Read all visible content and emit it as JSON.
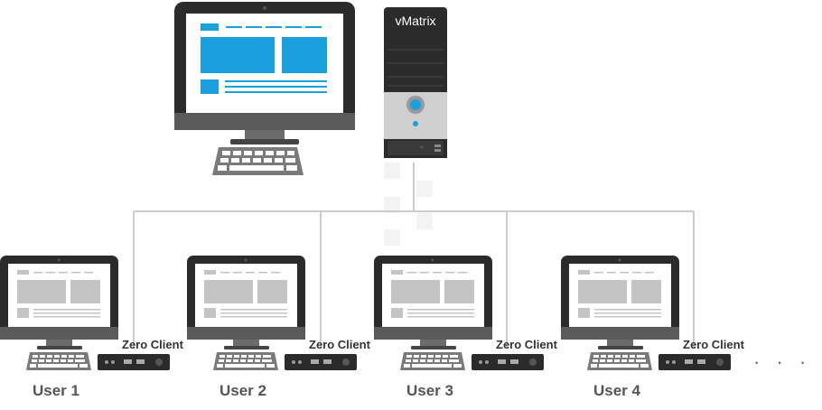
{
  "server": {
    "label": "vMatrix"
  },
  "clients": [
    {
      "user_label": "User 1",
      "device_label": "Zero Client"
    },
    {
      "user_label": "User 2",
      "device_label": "Zero Client"
    },
    {
      "user_label": "User 3",
      "device_label": "Zero Client"
    },
    {
      "user_label": "User 4",
      "device_label": "Zero Client"
    }
  ],
  "continuation": "· · · · · ·",
  "colors": {
    "screen_accent": "#1aa0dd",
    "monitor_frame": "#2b2b2b",
    "client_screen_blocks": "#c4c4c4",
    "network_line": "#cccccc"
  }
}
